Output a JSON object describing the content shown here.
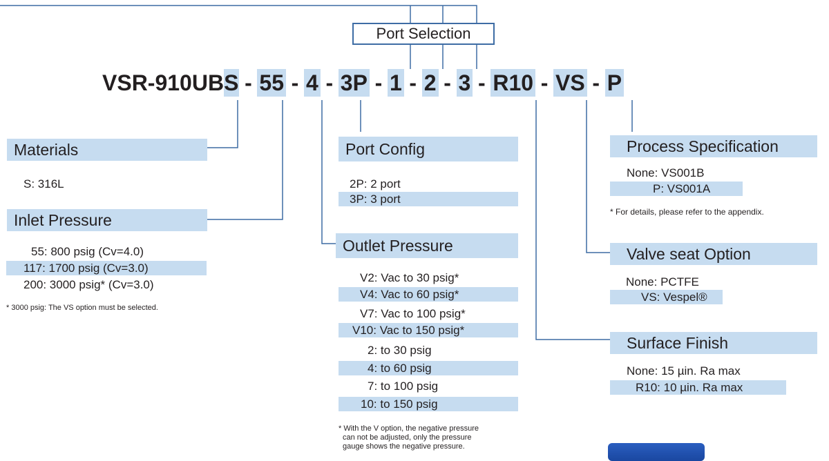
{
  "port_selection": {
    "label": "Port Selection"
  },
  "model_code": {
    "prefix": "VSR-910UB",
    "separator": "-",
    "segments": [
      "S",
      "55",
      "4",
      "3P",
      "1",
      "2",
      "3",
      "R10",
      "VS",
      "P"
    ]
  },
  "materials": {
    "title": "Materials",
    "rows": [
      "S:  316L"
    ]
  },
  "inlet_pressure": {
    "title": "Inlet Pressure",
    "rows": [
      "55:  800 psig (Cv=4.0)",
      "117: 1700 psig (Cv=3.0)",
      "200: 3000 psig* (Cv=3.0)"
    ],
    "note": "* 3000 psig: The VS option must be selected."
  },
  "port_config": {
    "title": "Port Config",
    "rows": [
      "2P: 2 port",
      "3P: 3 port"
    ]
  },
  "outlet_pressure": {
    "title": "Outlet Pressure",
    "rows": [
      "V2: Vac to 30 psig*",
      "V4: Vac to 60 psig*",
      "V7: Vac to 100 psig*",
      "V10: Vac to 150 psig*",
      "2: to 30 psig",
      "4: to 60 psig",
      "7: to 100 psig",
      "10: to 150 psig"
    ],
    "note": [
      "* With the V option, the negative pressure",
      "can not be adjusted, only the pressure",
      "gauge shows the negative pressure."
    ]
  },
  "process_specification": {
    "title": "Process Specification",
    "rows": [
      "None: VS001B",
      "P: VS001A"
    ],
    "note": "* For details, please refer to the appendix."
  },
  "valve_seat_option": {
    "title": "Valve seat Option",
    "rows": [
      "None:  PCTFE",
      "VS:  Vespel®"
    ]
  },
  "surface_finish": {
    "title": "Surface Finish",
    "rows": [
      "None: 15 µin. Ra max",
      "R10: 10 µin. Ra max"
    ]
  },
  "colors": {
    "highlight": "#c6dcf0",
    "line": "#3d6ca4",
    "text": "#231f20"
  }
}
